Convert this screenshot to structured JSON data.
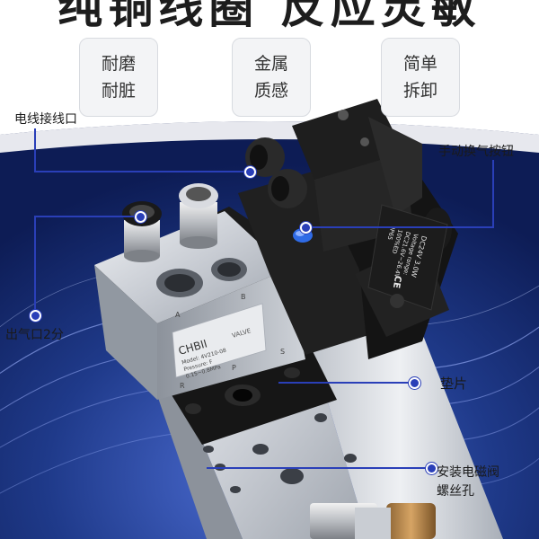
{
  "banner": {
    "title": "纯铜线圈 反应灵敏"
  },
  "features": [
    {
      "line1": "耐磨",
      "line2": "耐脏"
    },
    {
      "line1": "金属",
      "line2": "质感"
    },
    {
      "line1": "简单",
      "line2": "拆卸"
    }
  ],
  "callouts": {
    "wire_port": "电线接线口",
    "manual_button": "手动换气按钮",
    "outlet": "出气口2分",
    "gasket": "垫片",
    "mount_line1": "安装电磁阀",
    "mount_line2": "螺丝孔"
  },
  "product": {
    "brand": "CHBII",
    "valve_tag": "VALVE",
    "model": "Model: 4V210-08",
    "pressure": "Pressure: F",
    "pressure_range": "0.15~0.8MPa",
    "port_a": "A",
    "port_b": "B",
    "port_r": "R",
    "port_p": "P",
    "port_s": "S",
    "coil_line1": "DC24V  3.0W",
    "coil_line2": "Voltage range:",
    "coil_line3": "DC21.6V~26.4V",
    "coil_line4": "100%ED",
    "coil_line5": "IP65",
    "coil_mark": "CE"
  },
  "colors": {
    "accent": "#2a3fb8",
    "background_blue": "#1f3a8a"
  }
}
